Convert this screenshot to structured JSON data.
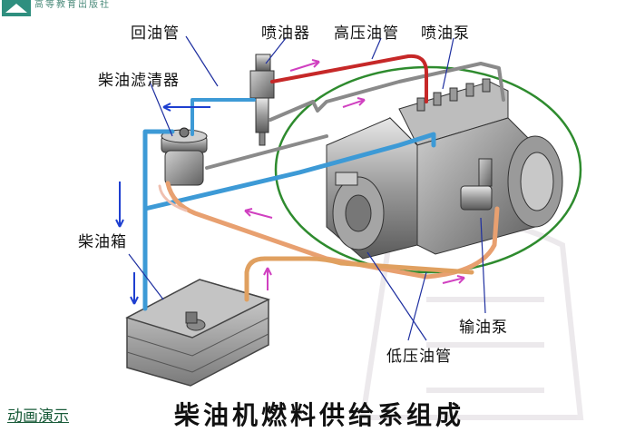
{
  "header": {
    "publisher": "高等教育出版社"
  },
  "labels": {
    "return_pipe": "回油管",
    "injector": "喷油器",
    "high_pressure_pipe": "高压油管",
    "injection_pump": "喷油泵",
    "fuel_filter": "柴油滤清器",
    "fuel_tank": "柴油箱",
    "feed_pump": "输油泵",
    "low_pressure_pipe": "低压油管"
  },
  "footer": {
    "demo_link": "动画演示",
    "title": "柴油机燃料供给系组成"
  },
  "colors": {
    "return_line": "#3d9ad6",
    "high_pressure_line": "#c62828",
    "low_pressure_line": "#e8a070",
    "feed_line": "#e0a060",
    "flow_arrow_blue": "#1e3fd0",
    "flow_arrow_pink": "#d040c0",
    "highlight_ellipse": "#2e8b2e"
  }
}
